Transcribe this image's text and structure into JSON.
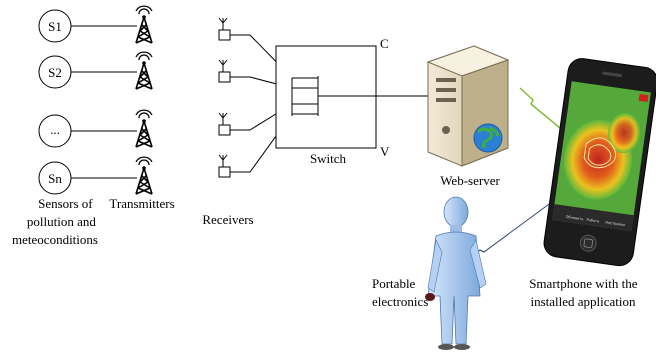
{
  "sensors": [
    "S1",
    "S2",
    "...",
    "Sn"
  ],
  "labels": {
    "sensors_caption": [
      "Sensors of",
      "pollution and",
      "meteoconditions"
    ],
    "transmitters": "Transmitters",
    "receivers": "Receivers",
    "switch": "Switch",
    "switch_port_top": "C",
    "switch_port_bottom": "V",
    "web_server": "Web-server",
    "smartphone_caption": [
      "Smartphone with the",
      "installed application"
    ],
    "portable_caption": [
      "Portable",
      "electronics"
    ]
  },
  "phone_screen": {
    "tabs": [
      "Обновить",
      "Работа",
      "Настройки"
    ]
  },
  "colors": {
    "line": "#000000",
    "wireless_link": "#7fbf3f",
    "server_body": "#e6dcc4",
    "person": "#a8c8ee",
    "heatmap_hot": "#e0301e",
    "heatmap_warm": "#f0c020",
    "heatmap_cool": "#3fae3f"
  }
}
